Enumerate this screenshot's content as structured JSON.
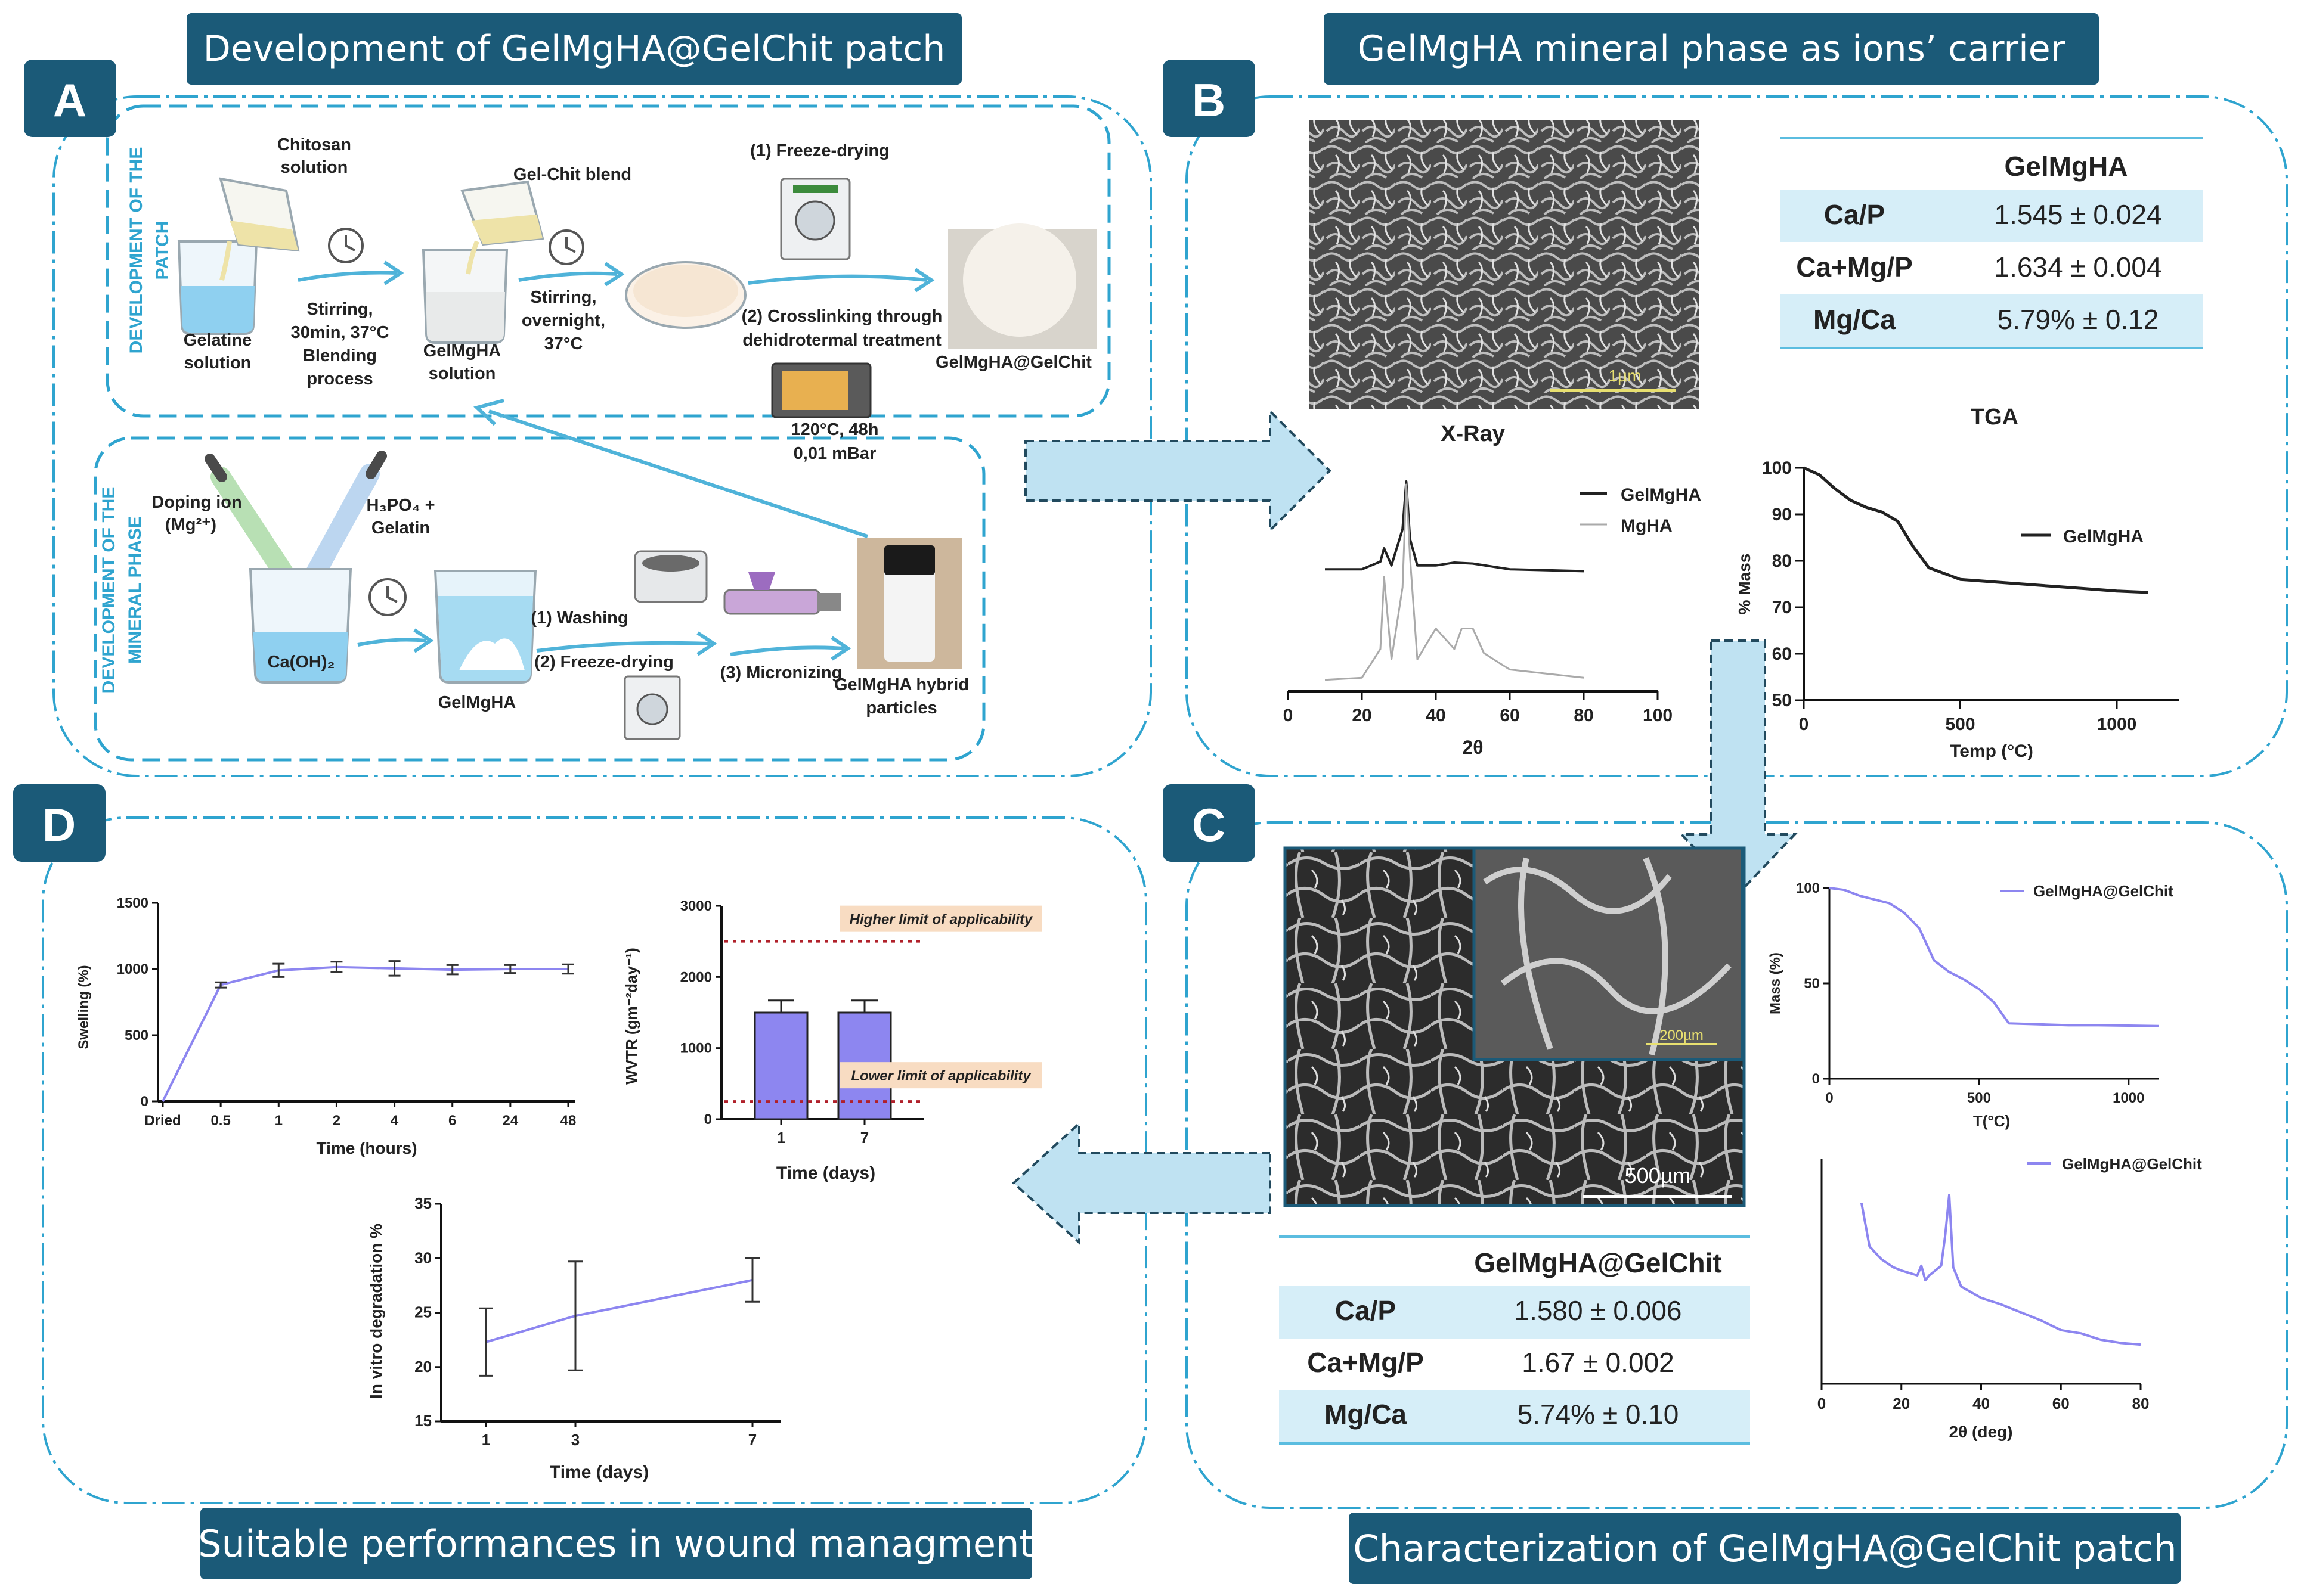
{
  "colors": {
    "banner": "#1b5a78",
    "letter": "#1b5a78",
    "dash": "#2fa4cf",
    "arrow": "#bfe2f2",
    "arrow_stroke": "#224a5e",
    "table_row": "#d6eef8",
    "table_rule": "#5bbde0",
    "purple": "#8d86f0",
    "flow_arrow": "#4fb3d9"
  },
  "banners": {
    "a": "Development of GelMgHA@GelChit patch",
    "b": "GelMgHA mineral phase as ions’ carrier",
    "c": "Characterization of GelMgHA@GelChit patch",
    "d": "Suitable performances in wound managment"
  },
  "letters": {
    "a": "A",
    "b": "B",
    "c": "C",
    "d": "D"
  },
  "panel_a": {
    "side_patch_1": "DEVELOPMENT OF THE",
    "side_patch_2": "PATCH",
    "side_mineral_1": "DEVELOPMENT OF THE",
    "side_mineral_2": "MINERAL PHASE",
    "chitosan_1": "Chitosan",
    "chitosan_2": "solution",
    "gelatine_1": "Gelatine",
    "gelatine_2": "solution",
    "stir1_1": "Stirring,",
    "stir1_2": "30min, 37°C",
    "stir1_3": "Blending",
    "stir1_4": "process",
    "gelchit": "Gel-Chit blend",
    "gelmgha_sol_1": "GelMgHA",
    "gelmgha_sol_2": "solution",
    "stir2_1": "Stirring,",
    "stir2_2": "overnight,",
    "stir2_3": "37°C",
    "freeze1": "(1) Freeze-drying",
    "cross_1": "(2) Crosslinking through",
    "cross_2": "dehidrotermal treatment",
    "product": "GelMgHA@GelChit",
    "oven_1": "120°C, 48h",
    "oven_2": "0,01 mBar",
    "doping_1": "Doping ion",
    "doping_2": "(Mg²⁺)",
    "h3po4_1": "H₃PO₄ +",
    "h3po4_2": "Gelatin",
    "caoh": "Ca(OH)₂",
    "gelmgha": "GelMgHA",
    "washing": "(1) Washing",
    "freeze2": "(2) Freeze-drying",
    "micronizing": "(3) Micronizing",
    "hybrid_1": "GelMgHA hybrid",
    "hybrid_2": "particles"
  },
  "panel_b": {
    "sem_scale": "1µm",
    "table": {
      "header": "GelMgHA",
      "rows": [
        {
          "label": "Ca/P",
          "value": "1.545 ± 0.024"
        },
        {
          "label": "Ca+Mg/P",
          "value": "1.634 ± 0.004"
        },
        {
          "label": "Mg/Ca",
          "value": "5.79% ± 0.12"
        }
      ]
    },
    "xray": {
      "title": "X-Ray",
      "xlabel": "2θ",
      "ticks": [
        "0",
        "20",
        "40",
        "60",
        "80",
        "100"
      ],
      "legend": [
        "GelMgHA",
        "MgHA"
      ]
    },
    "tga": {
      "title": "TGA",
      "ylabel": "% Mass",
      "xlabel": "Temp (°C)",
      "xticks": [
        "0",
        "500",
        "1000"
      ],
      "yticks": [
        "50",
        "60",
        "70",
        "80",
        "90",
        "100"
      ],
      "legend": "GelMgHA"
    }
  },
  "panel_c": {
    "sem_scale_big": "500µm",
    "sem_scale_small": "200µm",
    "table": {
      "header": "GelMgHA@GelChit",
      "rows": [
        {
          "label": "Ca/P",
          "value": "1.580 ± 0.006"
        },
        {
          "label": "Ca+Mg/P",
          "value": "1.67 ± 0.002"
        },
        {
          "label": "Mg/Ca",
          "value": "5.74% ± 0.10"
        }
      ]
    },
    "tga": {
      "ylabel": "Mass (%)",
      "xlabel": "T(°C)",
      "xticks": [
        "0",
        "500",
        "1000"
      ],
      "yticks": [
        "0",
        "50",
        "100"
      ],
      "legend": "GelMgHA@GelChit"
    },
    "xrd": {
      "xlabel": "2θ (deg)",
      "xticks": [
        "0",
        "20",
        "40",
        "60",
        "80"
      ],
      "legend": "GelMgHA@GelChit"
    }
  },
  "panel_d": {
    "swelling": {
      "ylabel": "Swelling (%)",
      "xlabel": "Time (hours)",
      "xticks": [
        "Dried",
        "0.5",
        "1",
        "2",
        "4",
        "6",
        "24",
        "48"
      ],
      "yticks": [
        "0",
        "500",
        "1000",
        "1500"
      ]
    },
    "wvtr": {
      "ylabel": "WVTR (gm⁻²day⁻¹)",
      "xlabel": "Time (days)",
      "xticks": [
        "1",
        "7"
      ],
      "yticks": [
        "0",
        "1000",
        "2000",
        "3000"
      ],
      "higher": "Higher limit of applicability",
      "lower": "Lower limit of applicability"
    },
    "degradation": {
      "ylabel": "In vitro degradation %",
      "xlabel": "Time (days)",
      "xticks": [
        "1",
        "3",
        "7"
      ],
      "yticks": [
        "15",
        "20",
        "25",
        "30",
        "35"
      ]
    }
  },
  "chart_data": [
    {
      "type": "line",
      "panel": "B",
      "title": "X-Ray",
      "xlabel": "2θ",
      "xlim": [
        0,
        100
      ],
      "series": [
        {
          "name": "GelMgHA",
          "x": [
            10,
            20,
            25,
            26,
            28,
            31,
            32,
            33,
            35,
            40,
            45,
            50,
            60,
            70,
            80
          ],
          "y": [
            0.08,
            0.08,
            0.16,
            0.3,
            0.12,
            0.5,
            1.0,
            0.4,
            0.12,
            0.12,
            0.15,
            0.14,
            0.08,
            0.07,
            0.06
          ]
        },
        {
          "name": "MgHA",
          "x": [
            10,
            20,
            25,
            26,
            28,
            31,
            32,
            33,
            35,
            40,
            45,
            47,
            50,
            53,
            60,
            70,
            80
          ],
          "y": [
            0.05,
            0.06,
            0.2,
            0.55,
            0.15,
            0.5,
            1.0,
            0.65,
            0.15,
            0.3,
            0.2,
            0.3,
            0.3,
            0.18,
            0.1,
            0.08,
            0.06
          ]
        }
      ]
    },
    {
      "type": "line",
      "panel": "B",
      "title": "TGA",
      "xlabel": "Temp (°C)",
      "ylabel": "% Mass",
      "xlim": [
        0,
        1200
      ],
      "ylim": [
        50,
        100
      ],
      "series": [
        {
          "name": "GelMgHA",
          "x": [
            0,
            50,
            100,
            150,
            200,
            250,
            300,
            350,
            400,
            500,
            600,
            700,
            800,
            900,
            1000,
            1100
          ],
          "y": [
            100,
            98.5,
            95.5,
            93,
            91.5,
            90.5,
            88.5,
            83,
            78.5,
            76,
            75.5,
            75,
            74.5,
            74,
            73.5,
            73.2
          ]
        }
      ]
    },
    {
      "type": "line",
      "panel": "C",
      "xlabel": "T(°C)",
      "ylabel": "Mass (%)",
      "xlim": [
        0,
        1100
      ],
      "ylim": [
        0,
        100
      ],
      "series": [
        {
          "name": "GelMgHA@GelChit",
          "x": [
            0,
            50,
            100,
            150,
            200,
            250,
            300,
            350,
            400,
            450,
            500,
            550,
            600,
            700,
            800,
            900,
            1000,
            1100
          ],
          "y": [
            100,
            99,
            96,
            94,
            92,
            87,
            79,
            62,
            56,
            52,
            47,
            40,
            29,
            28.5,
            28,
            28,
            27.8,
            27.6
          ]
        }
      ]
    },
    {
      "type": "line",
      "panel": "C",
      "xlabel": "2θ (deg)",
      "xlim": [
        0,
        80
      ],
      "series": [
        {
          "name": "GelMgHA@GelChit",
          "x": [
            10,
            12,
            15,
            18,
            20,
            24,
            25,
            26,
            27,
            30,
            31,
            32,
            33,
            35,
            40,
            45,
            50,
            55,
            60,
            65,
            70,
            75,
            80
          ],
          "y": [
            0.95,
            0.68,
            0.6,
            0.55,
            0.53,
            0.5,
            0.56,
            0.47,
            0.5,
            0.56,
            0.75,
            1.0,
            0.55,
            0.43,
            0.36,
            0.32,
            0.27,
            0.22,
            0.16,
            0.14,
            0.1,
            0.08,
            0.07
          ]
        }
      ]
    },
    {
      "type": "line",
      "panel": "D",
      "xlabel": "Time (hours)",
      "ylabel": "Swelling (%)",
      "ylim": [
        0,
        1500
      ],
      "categories": [
        "Dried",
        "0.5",
        "1",
        "2",
        "4",
        "6",
        "24",
        "48"
      ],
      "series": [
        {
          "values": [
            0,
            880,
            990,
            1015,
            1005,
            995,
            1000,
            1000
          ],
          "error": [
            0,
            20,
            50,
            40,
            55,
            35,
            30,
            35
          ]
        }
      ]
    },
    {
      "type": "bar",
      "panel": "D",
      "xlabel": "Time (days)",
      "ylabel": "WVTR (gm⁻²day⁻¹)",
      "ylim": [
        0,
        3000
      ],
      "categories": [
        "1",
        "7"
      ],
      "values": [
        1500,
        1500
      ],
      "error": [
        170,
        170
      ],
      "reference_lines": [
        {
          "label": "Higher limit of applicability",
          "value": 2500
        },
        {
          "label": "Lower limit of applicability",
          "value": 250
        }
      ]
    },
    {
      "type": "line",
      "panel": "D",
      "xlabel": "Time (days)",
      "ylabel": "In vitro degradation %",
      "ylim": [
        15,
        35
      ],
      "x": [
        1,
        3,
        7
      ],
      "series": [
        {
          "values": [
            22.3,
            24.7,
            28.0
          ],
          "error": [
            3.1,
            5.0,
            2.0
          ]
        }
      ]
    }
  ]
}
